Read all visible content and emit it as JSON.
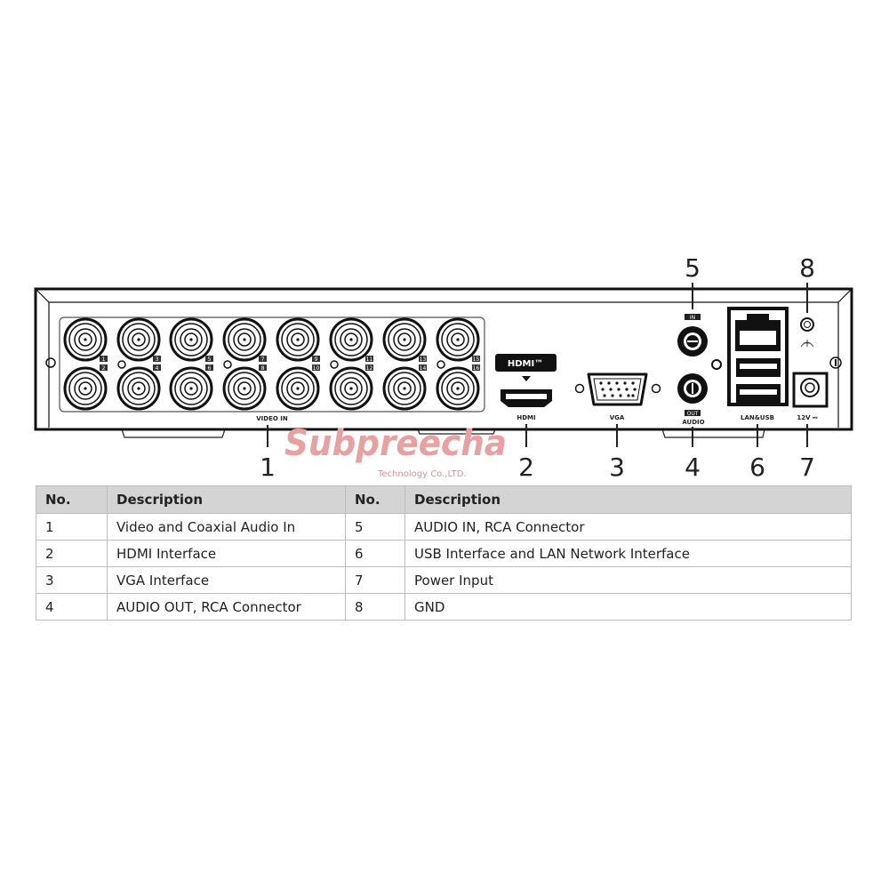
{
  "diagram": {
    "panel_labels": {
      "video_in": "VIDEO IN",
      "hdmi_logo": "HDMI™",
      "hdmi": "HDMI",
      "vga": "VGA",
      "audio_in": "IN",
      "audio_out": "OUT",
      "audio": "AUDIO",
      "lan_usb": "LAN&USB",
      "power": "12V ⎓"
    },
    "channel_numbers": [
      "1",
      "2",
      "3",
      "4",
      "5",
      "6",
      "7",
      "8",
      "9",
      "10",
      "11",
      "12",
      "13",
      "14",
      "15",
      "16"
    ],
    "callouts": [
      "1",
      "2",
      "3",
      "4",
      "5",
      "6",
      "7",
      "8"
    ],
    "watermark": {
      "name": "Subpreecha",
      "sub": "Technology Co.,LTD."
    }
  },
  "table": {
    "headers": [
      "No.",
      "Description",
      "No.",
      "Description"
    ],
    "rows": [
      [
        "1",
        "Video and Coaxial Audio In",
        "5",
        "AUDIO IN, RCA Connector"
      ],
      [
        "2",
        "HDMI Interface",
        "6",
        "USB Interface and LAN Network Interface"
      ],
      [
        "3",
        "VGA Interface",
        "7",
        "Power Input"
      ],
      [
        "4",
        "AUDIO OUT, RCA Connector",
        "8",
        "GND"
      ]
    ]
  }
}
